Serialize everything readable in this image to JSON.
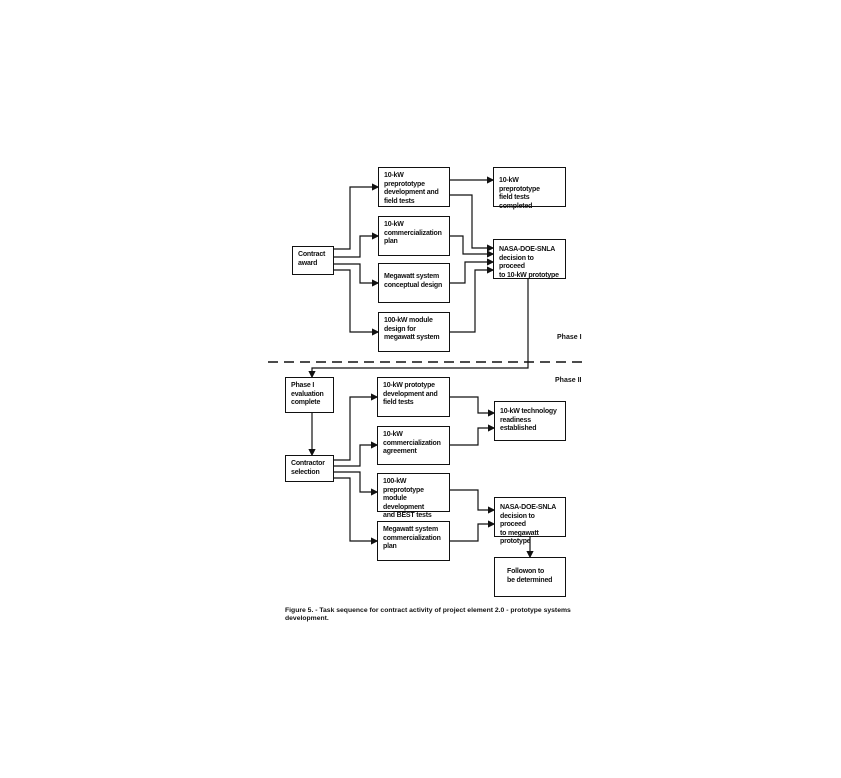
{
  "phase1": {
    "label": "Phase I",
    "contract_award": "Contract\naward",
    "tasks": [
      "10-kW preprototype\ndevelopment and\nfield tests",
      "10-kW\ncommercialization\nplan",
      "Megawatt system\nconceptual design",
      "100-kW module\ndesign for\nmegawatt system"
    ],
    "field_tests_completed": "10-kW preprototype\nfield tests completed",
    "decision": "NASA-DOE-SNLA\ndecision to proceed\nto 10-kW prototype"
  },
  "phase2": {
    "label": "Phase II",
    "evaluation": "Phase I\nevaluation\ncomplete",
    "contractor_selection": "Contractor\nselection",
    "tasks": [
      "10-kW prototype\ndevelopment and\nfield tests",
      "10-kW\ncommercialization\nagreement",
      "100-kW preprototype\nmodule development\nand BEST tests",
      "Megawatt system\ncommercialization\nplan"
    ],
    "readiness": "10-kW technology\nreadiness\nestablished",
    "decision": "NASA-DOE-SNLA\ndecision to proceed\nto megawatt prototype",
    "followon": "Followon to\nbe determined"
  },
  "caption": "Figure 5. - Task sequence for contract activity of project element 2.0 - prototype systems development."
}
